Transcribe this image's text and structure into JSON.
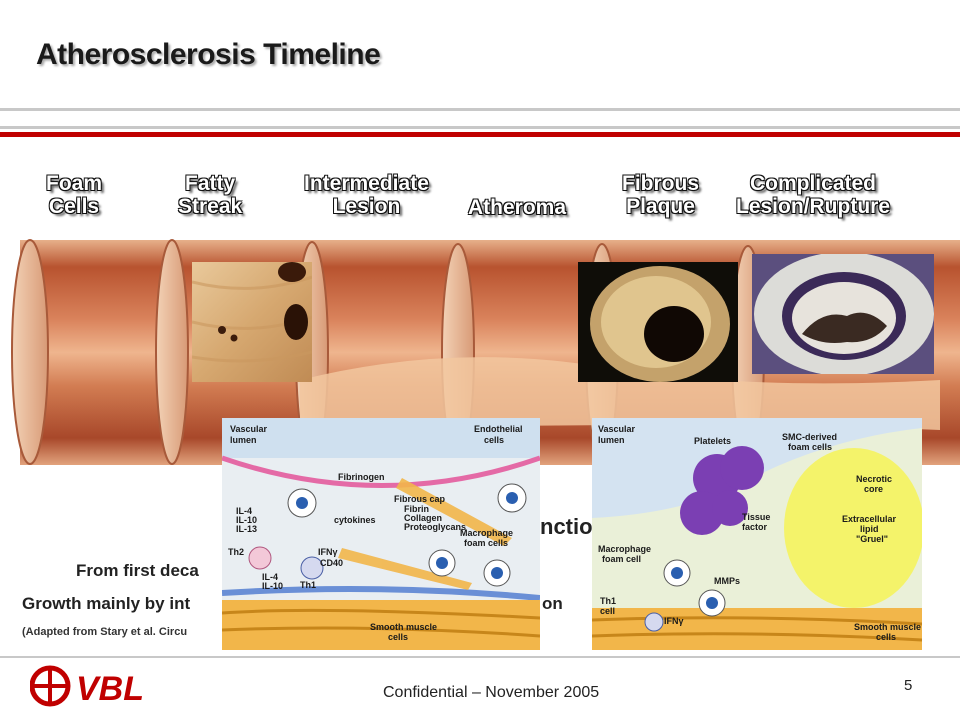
{
  "slide": {
    "title": "Atherosclerosis Timeline"
  },
  "stages": [
    {
      "line1": "Foam",
      "line2": "Cells"
    },
    {
      "line1": "Fatty",
      "line2": "Streak"
    },
    {
      "line1": "Intermediate",
      "line2": "Lesion"
    },
    {
      "line1": "Atheroma",
      "line2": ""
    },
    {
      "line1": "Fibrous",
      "line2": "Plaque"
    },
    {
      "line1": "Complicated",
      "line2": "Lesion/Rupture"
    }
  ],
  "body": {
    "line1": "From first deca",
    "line2": "Growth mainly by int",
    "line2_tail": "on",
    "citation": "(Adapted from Stary et al. Circu",
    "partial_word": "nctio"
  },
  "diagram_left": {
    "labels": {
      "vascular_lumen_1": "Vascular",
      "vascular_lumen_2": "lumen",
      "endothelial_1": "Endothelial",
      "endothelial_2": "cells",
      "fibrinogen": "Fibrinogen",
      "fibrous_cap": "Fibrous cap",
      "fibrin": "Fibrin",
      "collagen": "Collagen",
      "proteoglycans": "Proteoglycans",
      "cytokines": "cytokines",
      "il4": "IL-4",
      "il10": "IL-10",
      "il13": "IL-13",
      "macrophage_1": "Macrophage",
      "macrophage_2": "foam cells",
      "th2": "Th2",
      "ifn": "IFNγ",
      "cd40": "CD40",
      "th1": "Th1",
      "il4b": "IL-4",
      "il10b": "IL-10",
      "smooth_1": "Smooth muscle",
      "smooth_2": "cells"
    }
  },
  "diagram_right": {
    "labels": {
      "vascular_lumen_1": "Vascular",
      "vascular_lumen_2": "lumen",
      "platelets": "Platelets",
      "smc_1": "SMC-derived",
      "smc_2": "foam cells",
      "necrotic_1": "Necrotic",
      "necrotic_2": "core",
      "extracellular": "Extracellular",
      "lipid": "lipid",
      "gruel": "\"Gruel\"",
      "tissue_1": "Tissue",
      "tissue_2": "factor",
      "macrophage_1": "Macrophage",
      "macrophage_2": "foam cell",
      "mmps": "MMPs",
      "th1_1": "Th1",
      "th1_2": "cell",
      "ifn": "IFNγ",
      "smooth_1": "Smooth muscle",
      "smooth_2": "cells"
    }
  },
  "footer": {
    "confidential": "Confidential – November 2005",
    "page_number": "5",
    "logo_text": "VBL"
  },
  "colors": {
    "accent_red": "#c00000",
    "rule_gray": "#c8c8c8"
  }
}
